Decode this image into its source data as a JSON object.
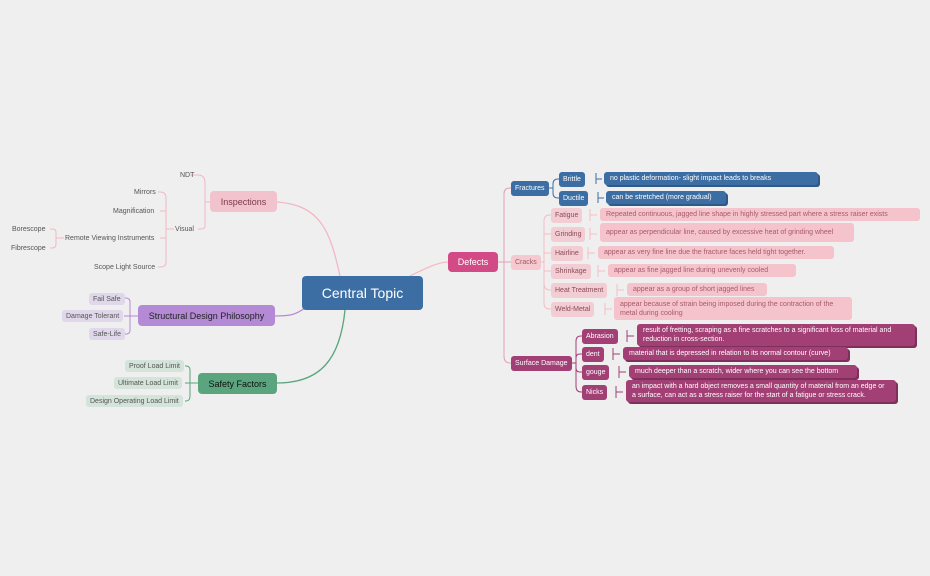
{
  "central": "Central Topic",
  "inspections": {
    "label": "Inspections",
    "ndt": "NDT",
    "visual": "Visual",
    "mirrors": "Mirrors",
    "magnification": "Magnification",
    "remote": "Remote Viewing Instruments",
    "borescope": "Borescope",
    "fibrescope": "Fibrescope",
    "scope_light": "Scope Light Source"
  },
  "structural": {
    "label": "Structural Design Philosophy",
    "items": [
      "Fail Safe",
      "Damage Tolerant",
      "Safe-Life"
    ]
  },
  "safety": {
    "label": "Safety Factors",
    "items": [
      "Proof Load Limit",
      "Ultimate Load Limit",
      "Design Operating Load Limit"
    ]
  },
  "defects": {
    "label": "Defects",
    "fractures": {
      "label": "Fractures",
      "items": [
        {
          "label": "Brittle",
          "note": "no plastic deformation- slight impact leads to breaks"
        },
        {
          "label": "Ductile",
          "note": "can be stretched (more gradual)"
        }
      ]
    },
    "cracks": {
      "label": "Cracks",
      "items": [
        {
          "label": "Fatigue",
          "note": "Repeated continuous, jagged line shape in highly stressed part where a stress raiser exists"
        },
        {
          "label": "Grinding",
          "note": "appear as perpendicular line, caused by excessive heat of grinding wheel"
        },
        {
          "label": "Hairline",
          "note": "appear as very fine line due the fracture faces held tight together."
        },
        {
          "label": "Shrinkage",
          "note": "appear as fine jagged line during unevenly cooled"
        },
        {
          "label": "Heat Treatment",
          "note": "appear as a group of short jagged lines"
        },
        {
          "label": "Weld-Metal",
          "note": "appear because of strain being imposed during the contraction of the metal during cooling"
        }
      ]
    },
    "surface": {
      "label": "Surface Damage",
      "items": [
        {
          "label": "Abrasion",
          "note": "result of fretting, scraping as a fine scratches to a significant loss of material and reduction in cross-section."
        },
        {
          "label": "dent",
          "note": "material that is depressed in relation to its normal contour (curve)"
        },
        {
          "label": "gouge",
          "note": "much deeper than a scratch, wider where you can see the bottom"
        },
        {
          "label": "Nicks",
          "note": "an impact with a hard object removes a small quantity of material from an edge or a surface, can act as a stress raiser for the start of a fatigue or stress crack."
        }
      ]
    }
  },
  "colors": {
    "central": "#3c6ea3",
    "inspections": "#f0b8c4",
    "structural": "#b48ad6",
    "safety": "#5aa57e",
    "defects": "#d24a86",
    "fractures": "#3c6ea3",
    "cracks": "#f3bcc6",
    "surface": "#a23f74",
    "background": "#efefef"
  }
}
